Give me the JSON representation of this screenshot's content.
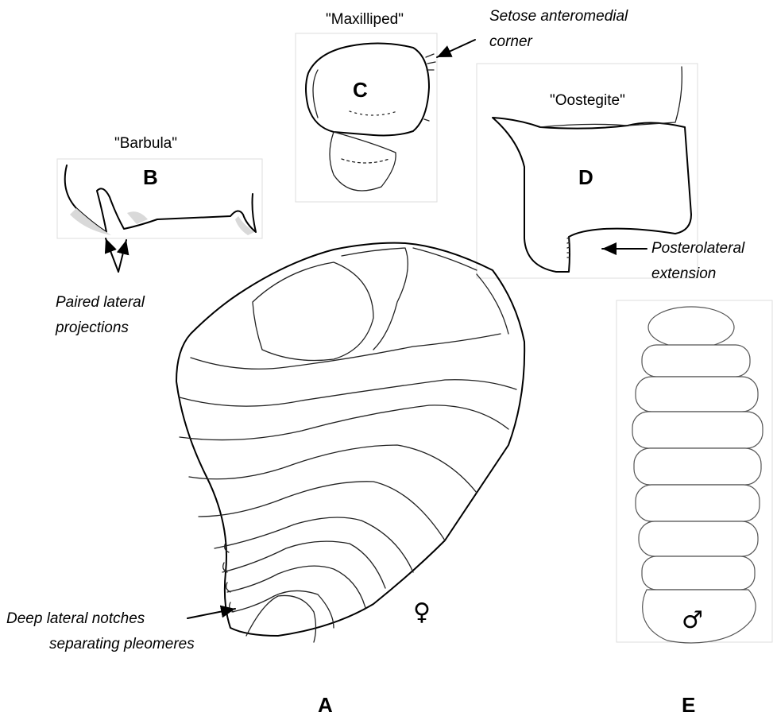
{
  "panels": {
    "a": {
      "letter": "A",
      "sex_symbol": "♀"
    },
    "b": {
      "letter": "B",
      "title": "\"Barbula\""
    },
    "c": {
      "letter": "C",
      "title": "\"Maxilliped\""
    },
    "d": {
      "letter": "D",
      "title": "\"Oostegite\""
    },
    "e": {
      "letter": "E",
      "sex_symbol": "♂"
    }
  },
  "annotations": {
    "setose_line1": "Setose anteromedial",
    "setose_line2": "corner",
    "paired_line1": "Paired lateral",
    "paired_line2": "projections",
    "posterolateral_line1": "Posterolateral",
    "posterolateral_line2": "extension",
    "notches_line1": "Deep lateral notches",
    "notches_line2": "separating pleomeres"
  }
}
